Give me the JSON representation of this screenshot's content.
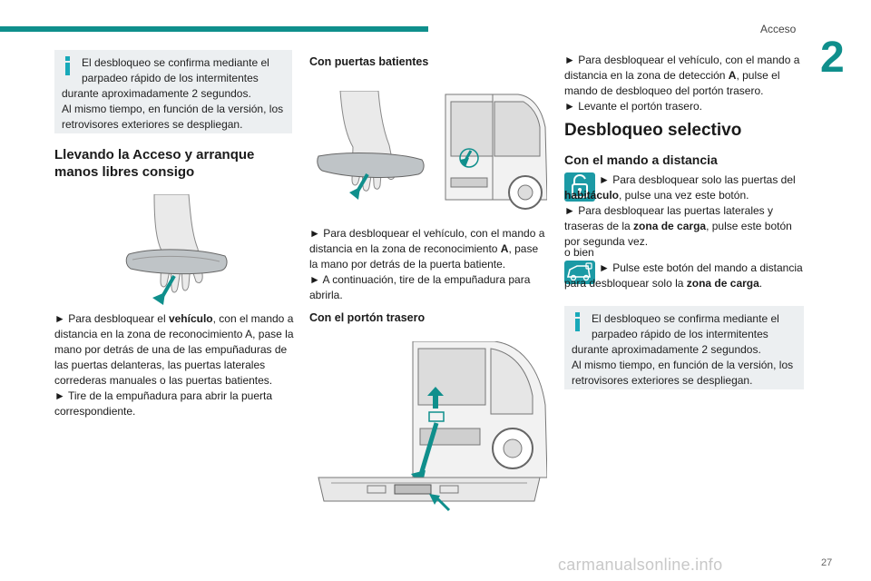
{
  "header": {
    "section": "Acceso",
    "chapter": "2"
  },
  "footer": {
    "page": "27",
    "watermark": "carmanualsonline.info"
  },
  "col1": {
    "info": {
      "line1": "El desbloqueo se confirma mediante el",
      "line2": "parpadeo rápido de los intermitentes",
      "line3": "durante aproximadamente 2 segundos.",
      "line4": "Al mismo tiempo, en función de la versión, los",
      "line5": "retrovisores exteriores se despliegan."
    },
    "heading": "Llevando la Acceso y arranque manos libres consigo",
    "p1_a": "► Para desbloquear el ",
    "p1_b": "vehículo",
    "p1_c": ", con el mando a distancia en la zona de reconocimiento A, pase la mano por detrás de una de las empuñaduras de las puertas delanteras, las puertas laterales correderas manuales o las puertas batientes.",
    "p2": "► Tire de la empuñadura para abrir la puerta correspondiente."
  },
  "col2": {
    "heading1": "Con puertas batientes",
    "p1_a": "► Para desbloquear el vehículo, con el mando a distancia en la zona de reconocimiento ",
    "p1_b": "A",
    "p1_c": ", pase la mano por detrás de la puerta batiente.",
    "p2": "► A continuación, tire de la empuñadura para abrirla.",
    "heading2": "Con el portón trasero"
  },
  "col3": {
    "p1_a": "► Para desbloquear el vehículo, con el mando a distancia en la zona de detección ",
    "p1_b": "A",
    "p1_c": ", pulse el mando de desbloqueo del portón trasero.",
    "p2": "► Levante el portón trasero.",
    "heading": "Desbloqueo selectivo",
    "subheading": "Con el mando a distancia",
    "r1_a": "► Para desbloquear solo las puertas del ",
    "r1_b": "habitáculo",
    "r1_c": ", pulse una vez este botón.",
    "r2_a": "► Para desbloquear las puertas laterales y traseras de la ",
    "r2_b": "zona de carga",
    "r2_c": ", pulse este botón por segunda vez.",
    "r3": "o bien",
    "r4_a": "► Pulse este botón del mando a distancia para desbloquear solo la ",
    "r4_b": "zona de carga",
    "r4_c": ".",
    "info": {
      "line1": "El desbloqueo se confirma mediante el",
      "line2": "parpadeo rápido de los intermitentes",
      "line3": "durante aproximadamente 2 segundos.",
      "line4": "Al mismo tiempo, en función de la versión, los",
      "line5": "retrovisores exteriores se despliegan."
    }
  },
  "icons": {
    "info": "info-icon",
    "unlock": "unlock-padlock-icon",
    "cargo": "van-cargo-unlock-icon"
  },
  "colors": {
    "accent": "#0f8f8c",
    "info_icon": "#18a9b9",
    "info_bg": "#eceff1",
    "button_icon": "#1c9aa5"
  }
}
